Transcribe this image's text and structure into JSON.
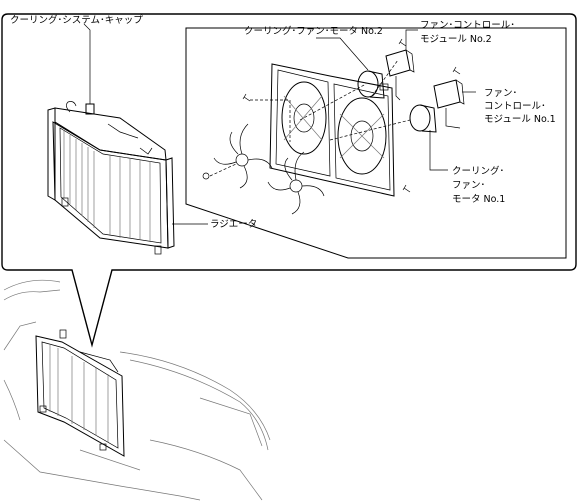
{
  "labels": {
    "cooling_system_cap": "クーリング･システム･キャップ",
    "cooling_fan_motor_no2": "クーリング･ファン･モータ No.2",
    "fan_control_module_no2_line1": "ファン･コントロール･",
    "fan_control_module_no2_line2": "モジュール No.2",
    "fan_control_module_no1_line1": "ファン･",
    "fan_control_module_no1_line2": "コントロール･",
    "fan_control_module_no1_line3": "モジュール No.1",
    "cooling_fan_motor_no1_line1": "クーリング･",
    "cooling_fan_motor_no1_line2": "ファン･",
    "cooling_fan_motor_no1_line3": "モータ No.1",
    "radiator": "ラジエータ"
  }
}
